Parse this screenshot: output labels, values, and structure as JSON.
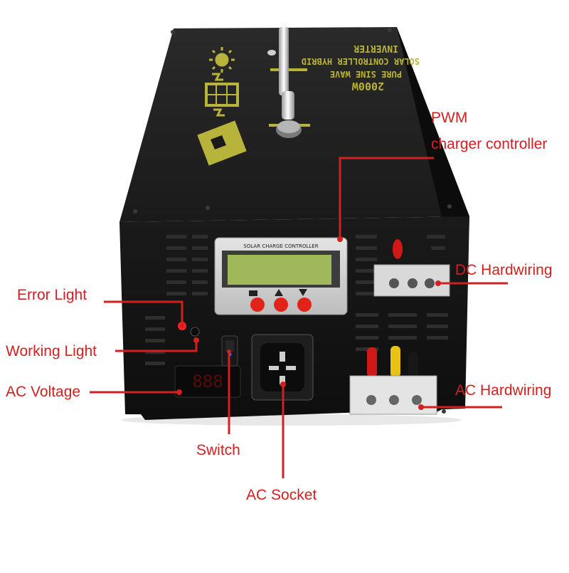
{
  "product": {
    "lines": [
      "2000W",
      "PURE SINE WAVE",
      "SOLAR CONTROLLER HYBRID",
      "INVERTER"
    ],
    "panel_title": "SOLAR CHARGE CONTROLLER",
    "voltage_readout": "888"
  },
  "callouts": {
    "pwm_line1": "PWM",
    "pwm_line2": "charger controller",
    "dc_hardwiring": "DC Hardwiring",
    "ac_hardwiring": "AC Hardwiring",
    "error_light": "Error Light",
    "working_light": "Working Light",
    "ac_voltage": "AC Voltage",
    "switch": "Switch",
    "ac_socket": "AC Socket"
  },
  "colors": {
    "callout_red": "#d21f1f",
    "print_yellow": "#b8b33a",
    "housing_black": "#141414",
    "lcd_green": "#9fb85a",
    "led_red": "#ff2020",
    "button_red": "#e2231a"
  }
}
